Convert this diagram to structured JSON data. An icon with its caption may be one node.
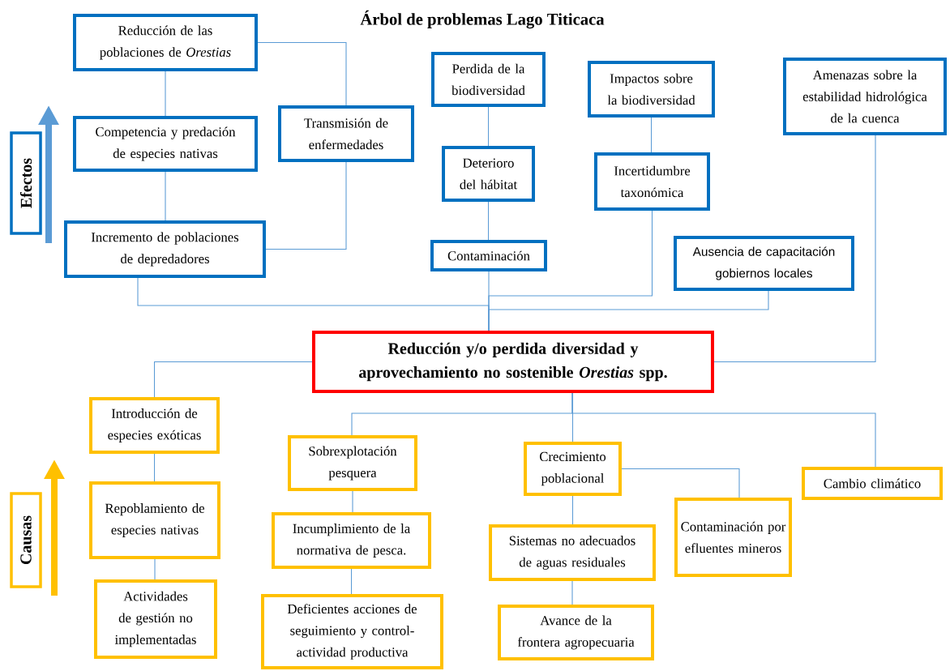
{
  "diagram": {
    "title": "Árbol de problemas Lago Titicaca",
    "nodes": [
      {
        "text": [
          "Efectos"
        ]
      },
      {
        "text": [
          "Causas"
        ]
      },
      {
        "text": [
          "Reducción de las poblaciones de *Orestias*"
        ]
      },
      {
        "text": [
          "Competencia y predación de especies nativas"
        ]
      },
      {
        "text": [
          "Transmisión de enfermedades"
        ]
      },
      {
        "text": [
          "Incremento de poblaciones de depredadores"
        ]
      },
      {
        "text": [
          "Perdida de la biodiversidad"
        ]
      },
      {
        "text": [
          "Deterioro del hábitat"
        ]
      },
      {
        "text": [
          "Contaminación"
        ]
      },
      {
        "text": [
          "Impactos sobre la biodiversidad"
        ]
      },
      {
        "text": [
          "Incertidumbre taxonómica"
        ]
      },
      {
        "text": [
          "Amenazas sobre la estabilidad hidrológica de la cuenca"
        ]
      },
      {
        "text": [
          "Ausencia de capacitación gobiernos locales"
        ]
      },
      {
        "text": [
          "Reducción y/o perdida diversidad y aprovechamiento no sostenible *Orestias* spp."
        ]
      },
      {
        "text": [
          "Introducción de especies exóticas"
        ]
      },
      {
        "text": [
          "Repoblamiento de especies nativas"
        ]
      },
      {
        "text": [
          "Actividades de gestión no implementadas"
        ]
      },
      {
        "text": [
          "Sobrexplotación pesquera"
        ]
      },
      {
        "text": [
          "Incumplimiento de la normativa de pesca."
        ]
      },
      {
        "text": [
          "Deficientes acciones de seguimiento y control-actividad productiva"
        ]
      },
      {
        "text": [
          "Crecimiento poblacional"
        ]
      },
      {
        "text": [
          "Sistemas no adecuados de aguas residuales"
        ]
      },
      {
        "text": [
          "Avance de la frontera agropecuaria"
        ]
      },
      {
        "text": [
          "Contaminación por efluentes mineros"
        ]
      },
      {
        "text": [
          "Cambio climático"
        ]
      }
    ],
    "edges": [
      {
        "from": 2,
        "to": 3,
        "arrow": "none"
      },
      {
        "from": 3,
        "to": 5,
        "arrow": "none"
      },
      {
        "from": 2,
        "to": 4,
        "arrow": "none"
      },
      {
        "from": 4,
        "to": 5,
        "arrow": "none"
      },
      {
        "from": 6,
        "to": 7,
        "arrow": "none"
      },
      {
        "from": 7,
        "to": 8,
        "arrow": "none"
      },
      {
        "from": 9,
        "to": 10,
        "arrow": "none"
      },
      {
        "from": 5,
        "to": 13,
        "arrow": "none"
      },
      {
        "from": 8,
        "to": 13,
        "arrow": "none"
      },
      {
        "from": 10,
        "to": 13,
        "arrow": "none"
      },
      {
        "from": 12,
        "to": 13,
        "arrow": "none"
      },
      {
        "from": 11,
        "to": 13,
        "arrow": "none"
      },
      {
        "from": 13,
        "to": 14,
        "arrow": "none"
      },
      {
        "from": 13,
        "to": 17,
        "arrow": "none"
      },
      {
        "from": 13,
        "to": 20,
        "arrow": "none"
      },
      {
        "from": 13,
        "to": 24,
        "arrow": "none"
      },
      {
        "from": 14,
        "to": 15,
        "arrow": "none"
      },
      {
        "from": 15,
        "to": 16,
        "arrow": "none"
      },
      {
        "from": 17,
        "to": 18,
        "arrow": "none"
      },
      {
        "from": 18,
        "to": 19,
        "arrow": "none"
      },
      {
        "from": 20,
        "to": 21,
        "arrow": "none"
      },
      {
        "from": 21,
        "to": 22,
        "arrow": "none"
      },
      {
        "from": 20,
        "to": 23,
        "arrow": "none"
      }
    ]
  }
}
